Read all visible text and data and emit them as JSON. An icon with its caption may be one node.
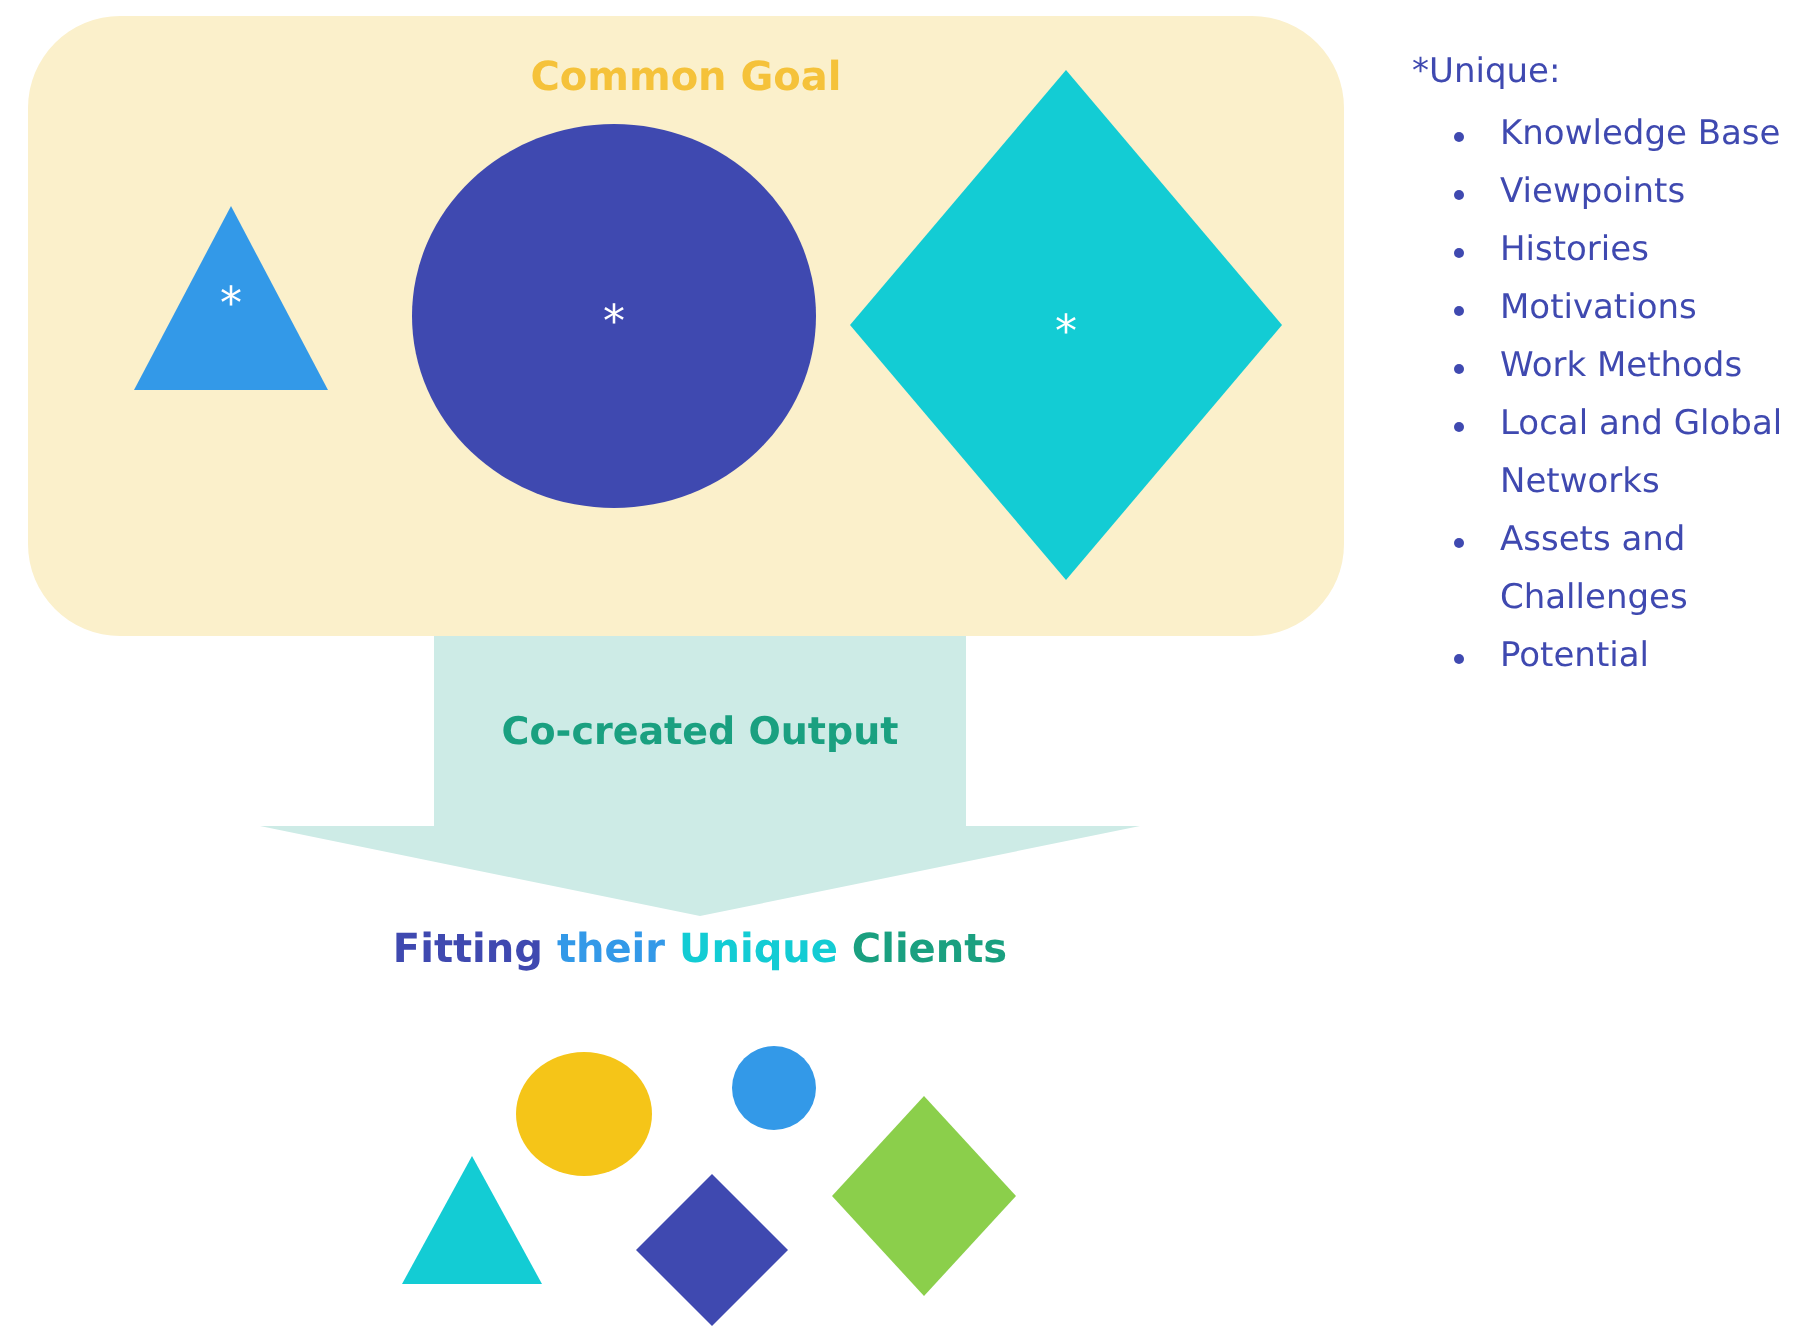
{
  "diagram": {
    "nodes": [
      {
        "text": [
          "Common Goal"
        ]
      },
      {
        "text": [
          "*"
        ],
        "in": 0
      },
      {
        "text": [
          "*"
        ],
        "in": 0
      },
      {
        "text": [
          "*"
        ],
        "in": 0
      },
      {
        "text": [
          "Fitting their Unique Clients"
        ]
      },
      {
        "text": [],
        "shape": "triangle"
      },
      {
        "text": [],
        "shape": "circle"
      },
      {
        "text": [],
        "shape": "diamond"
      },
      {
        "text": [],
        "shape": "circle"
      },
      {
        "text": [],
        "shape": "diamond"
      }
    ],
    "edges": [
      {
        "from": 0,
        "to": 4,
        "arrow": "to",
        "label": "Co-created Output",
        "style": "thick",
        "color": "#cdebe6"
      }
    ],
    "labels": [
      "*Unique:",
      "Knowledge Base",
      "Viewpoints",
      "Histories",
      "Motivations",
      "Work Methods",
      "Local and Global Networks",
      "Assets and Challenges",
      "Potential"
    ]
  }
}
